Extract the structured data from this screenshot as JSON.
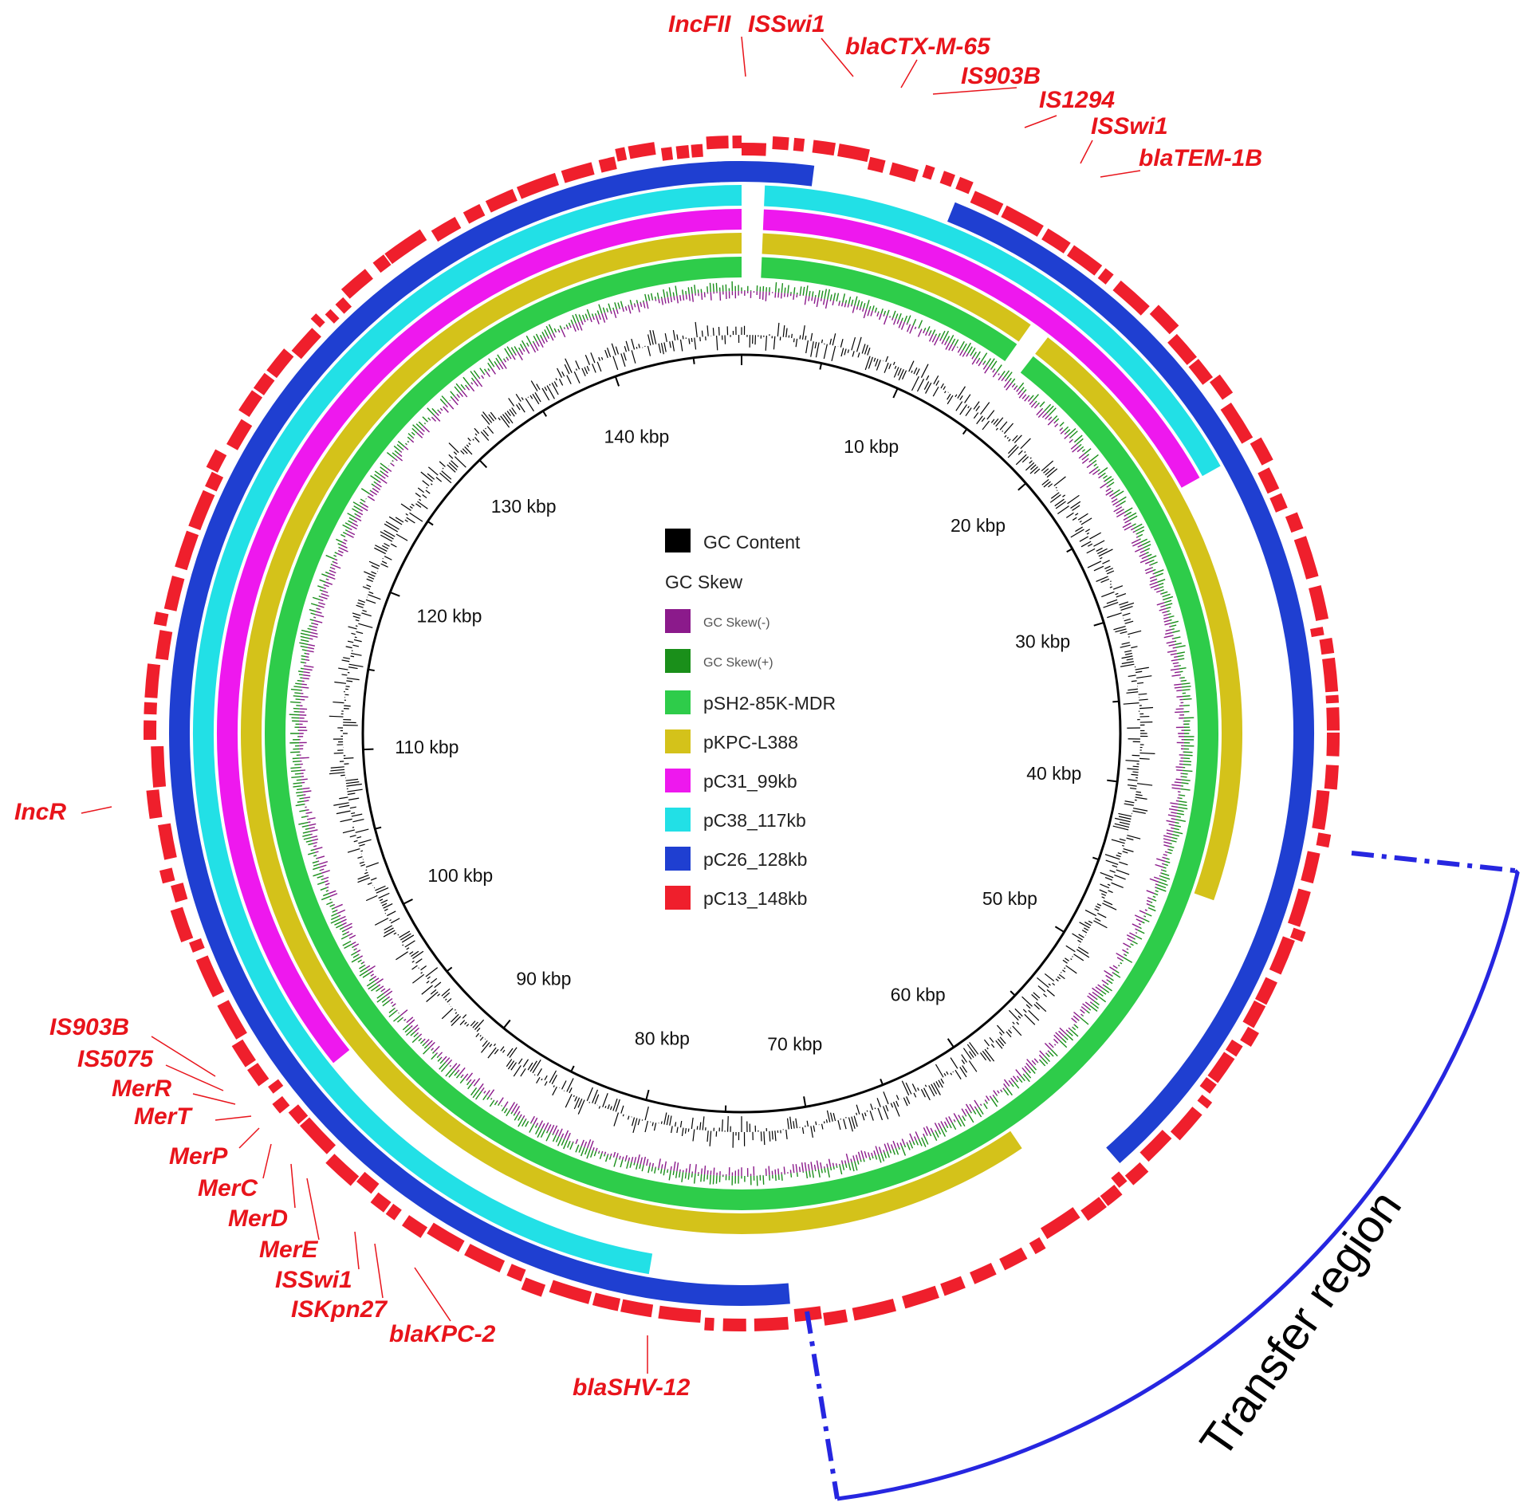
{
  "genome_length_kbp": 148,
  "scale_ticks": [
    {
      "kbp": 10,
      "label": "10 kbp"
    },
    {
      "kbp": 20,
      "label": "20 kbp"
    },
    {
      "kbp": 30,
      "label": "30 kbp"
    },
    {
      "kbp": 40,
      "label": "40 kbp"
    },
    {
      "kbp": 50,
      "label": "50 kbp"
    },
    {
      "kbp": 60,
      "label": "60 kbp"
    },
    {
      "kbp": 70,
      "label": "70 kbp"
    },
    {
      "kbp": 80,
      "label": "80 kbp"
    },
    {
      "kbp": 90,
      "label": "90 kbp"
    },
    {
      "kbp": 100,
      "label": "100 kbp"
    },
    {
      "kbp": 110,
      "label": "110 kbp"
    },
    {
      "kbp": 120,
      "label": "120 kbp"
    },
    {
      "kbp": 130,
      "label": "130 kbp"
    },
    {
      "kbp": 140,
      "label": "140 kbp"
    }
  ],
  "legend": {
    "gc_content": "GC Content",
    "gc_skew": "GC Skew",
    "gc_skew_neg": "GC Skew(-)",
    "gc_skew_pos": "GC Skew(+)",
    "tracks": [
      {
        "name": "pSH2-85K-MDR",
        "color": "#2ecc4a"
      },
      {
        "name": "pKPC-L388",
        "color": "#d4c21a"
      },
      {
        "name": "pC31_99kb",
        "color": "#ee18ee"
      },
      {
        "name": "pC38_117kb",
        "color": "#22e0e6"
      },
      {
        "name": "pC26_128kb",
        "color": "#1f3fd1"
      },
      {
        "name": "pC13_148kb",
        "color": "#ef1f2c"
      }
    ]
  },
  "colors": {
    "gc_content": "#000000",
    "gc_skew_neg": "#8b1a8b",
    "gc_skew_pos": "#1a8f1a",
    "gene_label": "#e8141b",
    "transfer_region": "#2626e0"
  },
  "gene_labels_top": [
    {
      "text": "IncFII"
    },
    {
      "text": "ISSwi1"
    },
    {
      "text": "blaCTX-M-65"
    },
    {
      "text": "IS903B"
    },
    {
      "text": "IS1294"
    },
    {
      "text": "ISSwi1"
    },
    {
      "text": "blaTEM-1B"
    }
  ],
  "gene_labels_left": [
    {
      "text": "IncR"
    },
    {
      "text": "IS903B"
    },
    {
      "text": "IS5075"
    },
    {
      "text": "MerR"
    },
    {
      "text": "MerT"
    },
    {
      "text": "MerP"
    },
    {
      "text": "MerC"
    },
    {
      "text": "MerD"
    },
    {
      "text": "MerE"
    },
    {
      "text": "ISSwi1"
    },
    {
      "text": "ISKpn27"
    },
    {
      "text": "blaKPC-2"
    },
    {
      "text": "blaSHV-12"
    }
  ],
  "transfer_region_label": "Transfer region"
}
